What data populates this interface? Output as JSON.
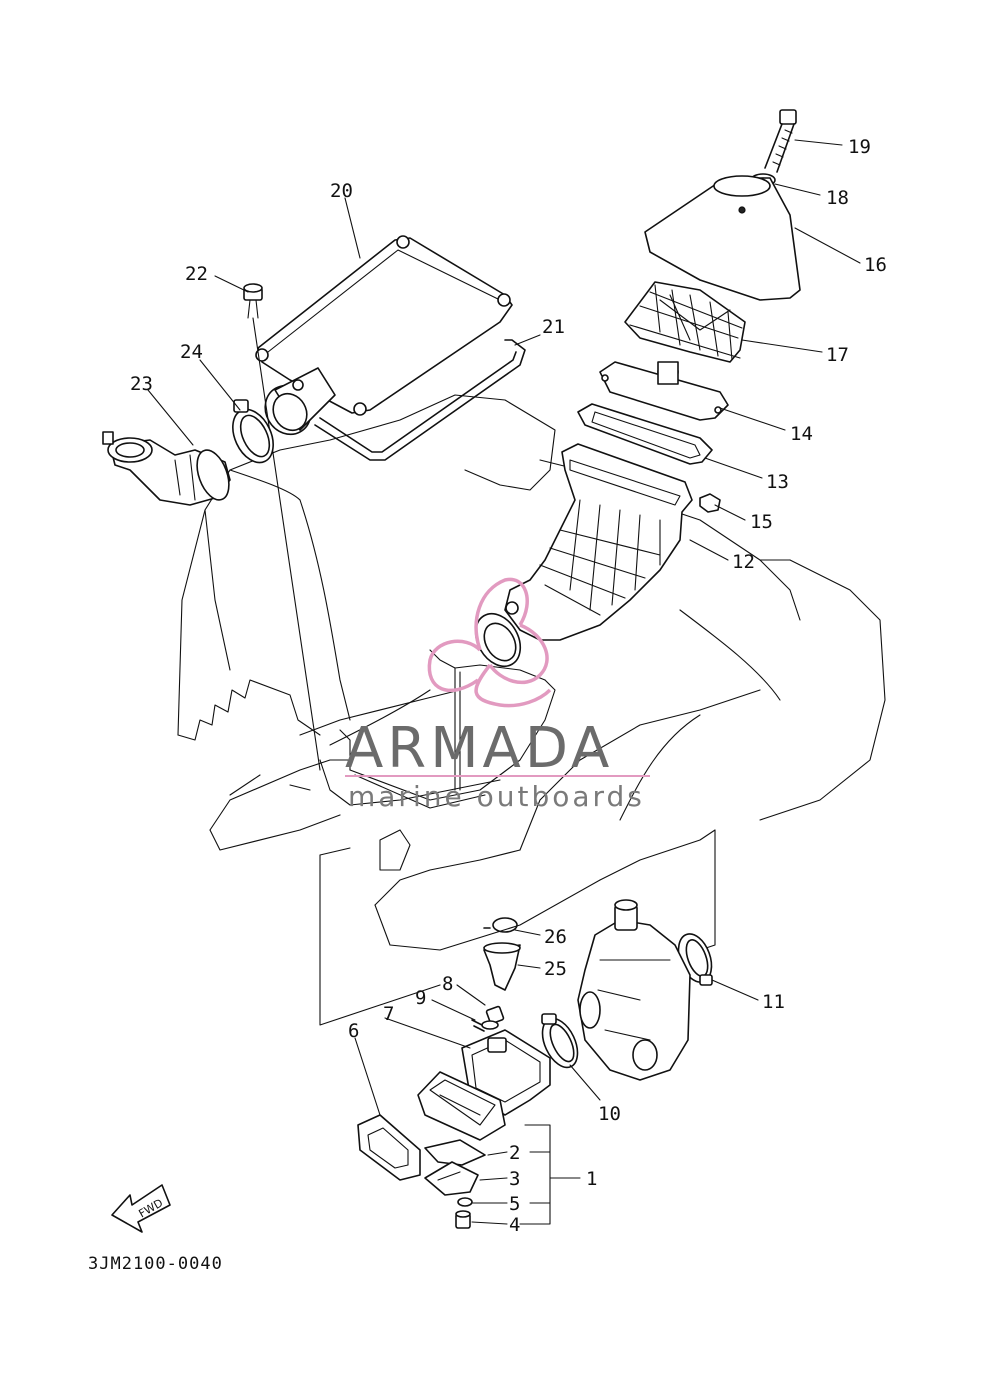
{
  "diagram": {
    "code": "3JM2100-0040",
    "fwd_label": "FWD",
    "callouts": [
      {
        "id": "c1",
        "label": "1"
      },
      {
        "id": "c2",
        "label": "2"
      },
      {
        "id": "c3",
        "label": "3"
      },
      {
        "id": "c4",
        "label": "4"
      },
      {
        "id": "c5",
        "label": "5"
      },
      {
        "id": "c6",
        "label": "6"
      },
      {
        "id": "c7",
        "label": "7"
      },
      {
        "id": "c8",
        "label": "8"
      },
      {
        "id": "c9",
        "label": "9"
      },
      {
        "id": "c10",
        "label": "10"
      },
      {
        "id": "c11",
        "label": "11"
      },
      {
        "id": "c12",
        "label": "12"
      },
      {
        "id": "c13",
        "label": "13"
      },
      {
        "id": "c14",
        "label": "14"
      },
      {
        "id": "c15",
        "label": "15"
      },
      {
        "id": "c16",
        "label": "16"
      },
      {
        "id": "c17",
        "label": "17"
      },
      {
        "id": "c18",
        "label": "18"
      },
      {
        "id": "c19",
        "label": "19"
      },
      {
        "id": "c20",
        "label": "20"
      },
      {
        "id": "c21",
        "label": "21"
      },
      {
        "id": "c22",
        "label": "22"
      },
      {
        "id": "c23",
        "label": "23"
      },
      {
        "id": "c24",
        "label": "24"
      },
      {
        "id": "c25",
        "label": "25"
      },
      {
        "id": "c26",
        "label": "26"
      }
    ]
  },
  "watermark": {
    "brand": "ARMADA",
    "tagline": "marine outboards",
    "color": "#e29ac0"
  }
}
